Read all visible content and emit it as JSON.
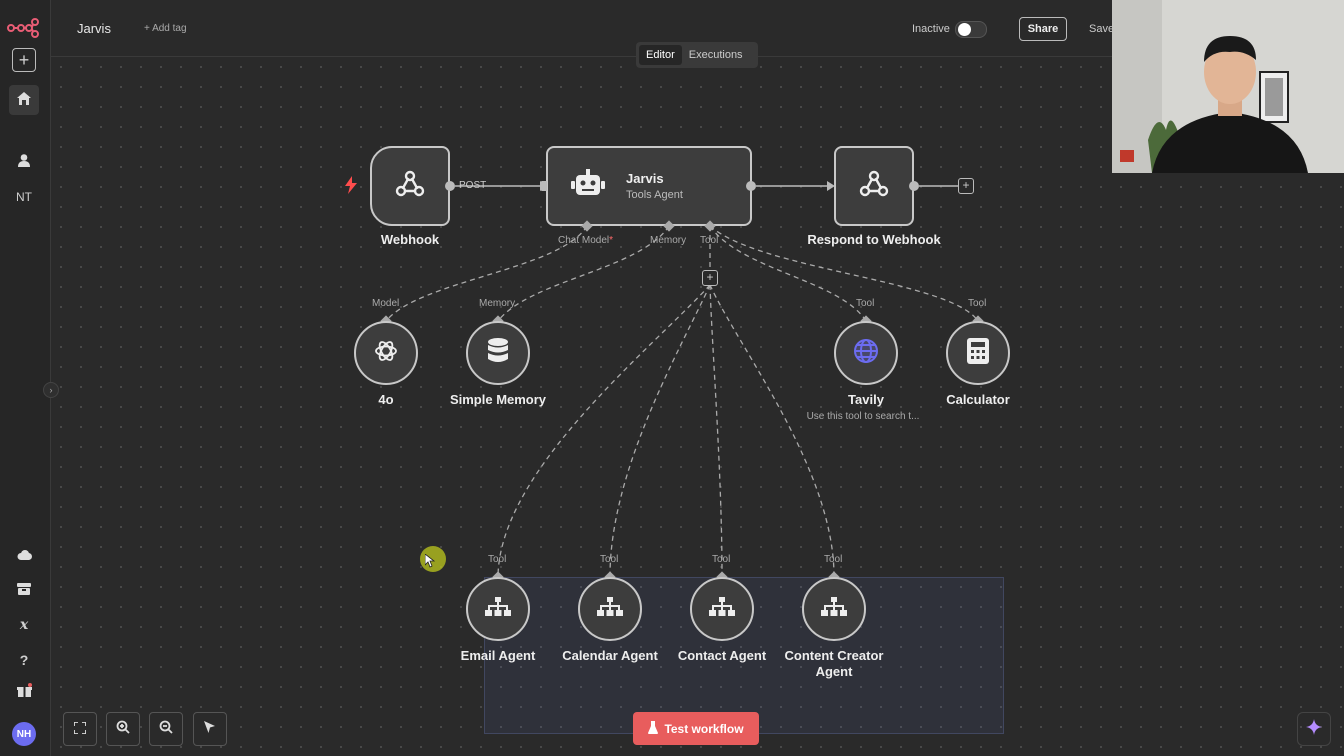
{
  "header": {
    "workflow_name": "Jarvis",
    "add_tag": "+ Add tag",
    "status_label": "Inactive",
    "share_label": "Share",
    "save_label": "Save"
  },
  "tabs": [
    {
      "label": "Editor",
      "active": true
    },
    {
      "label": "Executions",
      "active": false
    }
  ],
  "sidebar": {
    "user_initials": "NT",
    "avatar_initials": "NH"
  },
  "nodes": {
    "webhook": {
      "label": "Webhook",
      "method": "POST"
    },
    "agent": {
      "title": "Jarvis",
      "subtitle": "Tools Agent",
      "ports": [
        "Chat Model",
        "Memory",
        "Tool"
      ],
      "required_mark": "*"
    },
    "respond": {
      "label": "Respond to Webhook"
    },
    "model": {
      "label": "4o",
      "port": "Model"
    },
    "memory": {
      "label": "Simple Memory",
      "port": "Memory"
    },
    "tavily": {
      "label": "Tavily",
      "port": "Tool",
      "subtitle": "Use this tool to search t..."
    },
    "calculator": {
      "label": "Calculator",
      "port": "Tool"
    },
    "email": {
      "label": "Email Agent",
      "port": "Tool"
    },
    "calendar": {
      "label": "Calendar Agent",
      "port": "Tool"
    },
    "contact": {
      "label": "Contact Agent",
      "port": "Tool"
    },
    "content": {
      "label_line1": "Content Creator",
      "label_line2": "Agent",
      "port": "Tool"
    }
  },
  "footer": {
    "test_workflow": "Test workflow"
  },
  "colors": {
    "accent": "#e85d5d",
    "trigger": "#ff4d4d",
    "tavily_globe": "#6c6cf0",
    "avatar": "#6c6cf0"
  }
}
